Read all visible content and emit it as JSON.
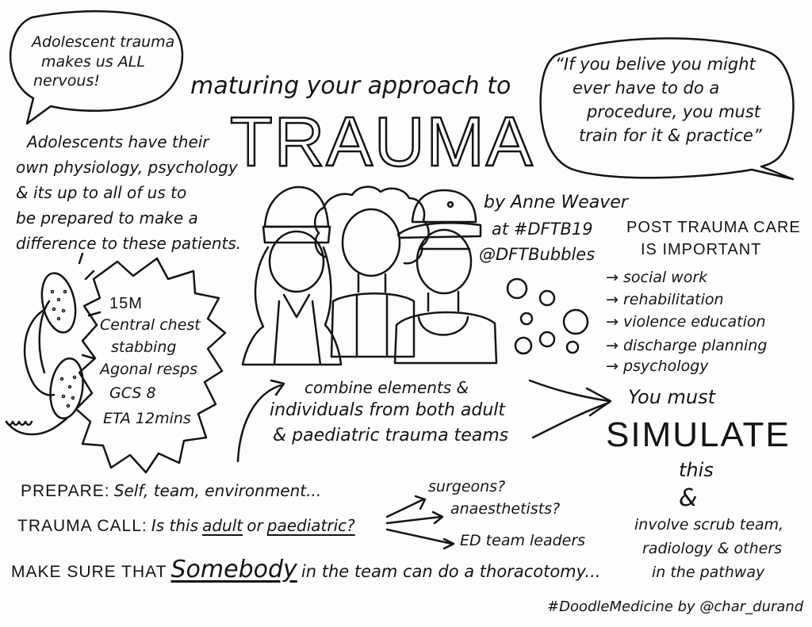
{
  "title": {
    "line1": "maturing your approach to",
    "line2": "TRAUMA"
  },
  "speech_left": {
    "line1": "Adolescent trauma",
    "line2": "makes us ALL",
    "line3": "nervous!"
  },
  "quote": {
    "line1": "“If you belive you might",
    "line2": "ever have to do a",
    "line3": "procedure, you must",
    "line4": "train for it & practice”"
  },
  "adolescents": {
    "line1": "Adolescents have their",
    "line2": "own physiology, psychology",
    "line3": "& its up to all of us to",
    "line4": "be prepared to make a",
    "line5": "difference to these patients."
  },
  "author": {
    "line1": "by Anne Weaver",
    "line2": "at #DFTB19",
    "line3": "@DFTBubbles"
  },
  "post_trauma": {
    "heading1": "POST TRAUMA CARE",
    "heading2": "IS IMPORTANT",
    "items": [
      "social work",
      "rehabilitation",
      "violence education",
      "discharge planning",
      "psychology"
    ]
  },
  "phone_call": {
    "line1": "15M",
    "line2": "Central chest",
    "line3": "stabbing",
    "line4": "Agonal resps",
    "line5": "GCS 8",
    "line6": "ETA 12mins"
  },
  "combine": {
    "line1": "combine elements &",
    "line2": "individuals from both adult",
    "line3": "& paediatric trauma teams"
  },
  "simulate": {
    "line1": "You must",
    "line2": "SIMULATE",
    "line3": "this",
    "line4": "&",
    "line5": "involve scrub team,",
    "line6": "radiology & others",
    "line7": "in the pathway"
  },
  "prepare": {
    "label": "PREPARE:",
    "text": "Self, team, environment..."
  },
  "trauma_call": {
    "label": "TRAUMA CALL:",
    "text1": "Is this",
    "adult": "adult",
    "or": "or",
    "paediatric": "paediatric?",
    "branches": [
      "surgeons?",
      "anaesthetists?",
      "ED team leaders"
    ]
  },
  "make_sure": {
    "label": "MAKE SURE THAT",
    "somebody": "Somebody",
    "text": "in the team can do a thoracotomy..."
  },
  "credit": "#DoodleMedicine by @char_durand",
  "colors": {
    "ink": "#141414",
    "paper": "#fdfdfc"
  },
  "icons": [
    "speech-bubble-icon",
    "phone-handset-icon",
    "people-group-icon",
    "bubbles-icon",
    "arrow-icon"
  ]
}
